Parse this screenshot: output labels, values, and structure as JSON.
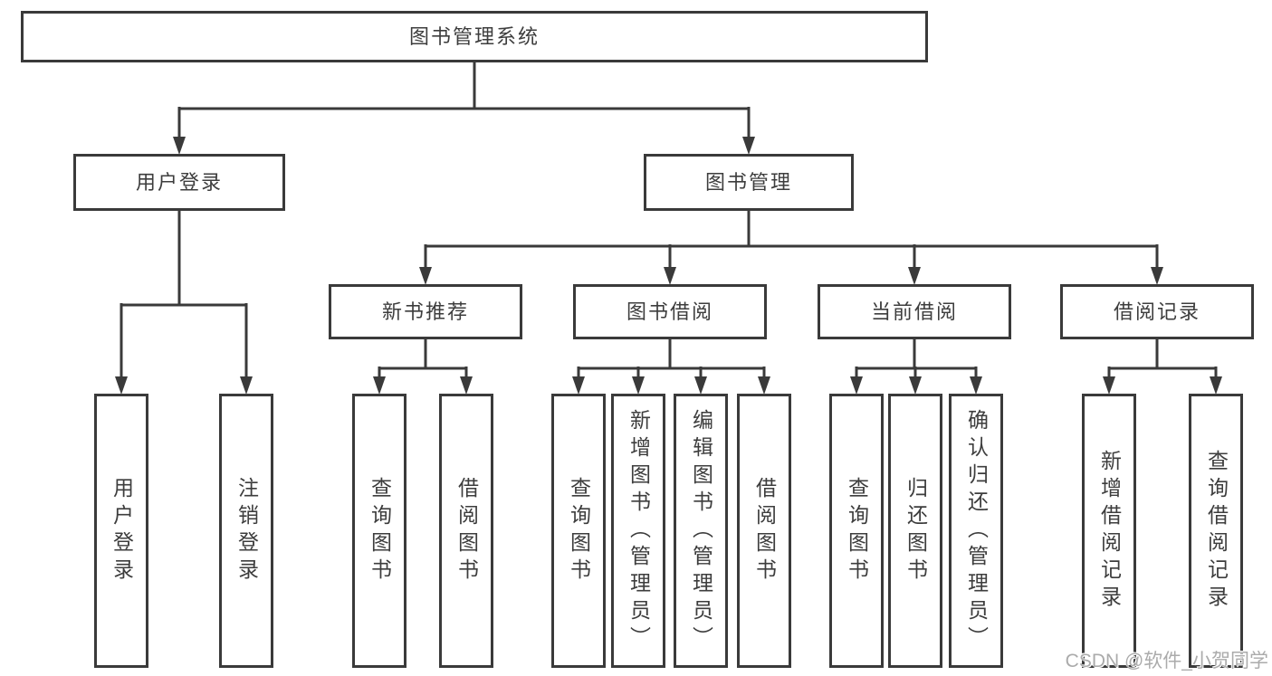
{
  "diagram": {
    "root": {
      "label": "图书管理系统",
      "children": [
        {
          "label": "用户登录",
          "children": [
            {
              "label": "用户登录"
            },
            {
              "label": "注销登录"
            }
          ]
        },
        {
          "label": "图书管理",
          "children": [
            {
              "label": "新书推荐",
              "children": [
                {
                  "label": "查询图书"
                },
                {
                  "label": "借阅图书"
                }
              ]
            },
            {
              "label": "图书借阅",
              "children": [
                {
                  "label": "查询图书"
                },
                {
                  "label": "新增图书（管理员）"
                },
                {
                  "label": "编辑图书（管理员）"
                },
                {
                  "label": "借阅图书"
                }
              ]
            },
            {
              "label": "当前借阅",
              "children": [
                {
                  "label": "查询图书"
                },
                {
                  "label": "归还图书"
                },
                {
                  "label": "确认归还（管理员）"
                }
              ]
            },
            {
              "label": "借阅记录",
              "children": [
                {
                  "label": "新增借阅记录"
                },
                {
                  "label": "查询借阅记录"
                }
              ]
            }
          ]
        }
      ]
    },
    "watermark": "CSDN @软件_小贺同学",
    "colors": {
      "background": "#ffffff",
      "line": "#3a3a3a",
      "box_border": "#3a3a3a",
      "box_fill": "#ffffff",
      "text": "#3d3d3d",
      "watermark": "#ababab"
    }
  }
}
